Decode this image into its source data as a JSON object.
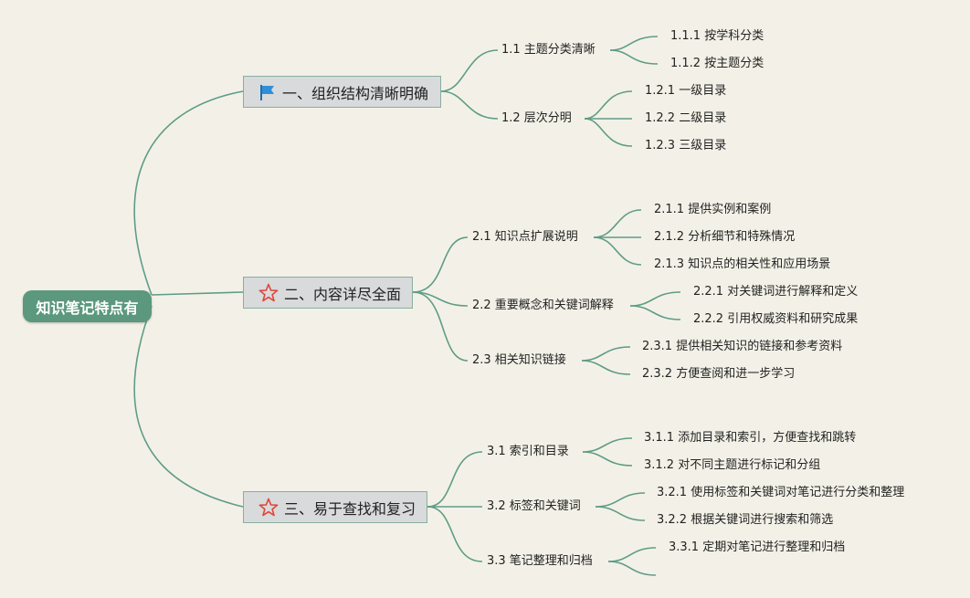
{
  "root": {
    "label": "知识笔记特点有"
  },
  "branches": [
    {
      "label": "一、组织结构清晰明确",
      "icon": "flag-icon",
      "subs": [
        {
          "label": "1.1 主题分类清晰",
          "leaves": [
            "1.1.1 按学科分类",
            "1.1.2 按主题分类"
          ]
        },
        {
          "label": "1.2 层次分明",
          "leaves": [
            "1.2.1 一级目录",
            "1.2.2 二级目录",
            "1.2.3 三级目录"
          ]
        }
      ]
    },
    {
      "label": "二、内容详尽全面",
      "icon": "star-icon",
      "subs": [
        {
          "label": "2.1 知识点扩展说明",
          "leaves": [
            "2.1.1 提供实例和案例",
            "2.1.2 分析细节和特殊情况",
            "2.1.3 知识点的相关性和应用场景"
          ]
        },
        {
          "label": "2.2 重要概念和关键词解释",
          "leaves": [
            "2.2.1 对关键词进行解释和定义",
            "2.2.2 引用权威资料和研究成果"
          ]
        },
        {
          "label": "2.3 相关知识链接",
          "leaves": [
            "2.3.1 提供相关知识的链接和参考资料",
            "2.3.2 方便查阅和进一步学习"
          ]
        }
      ]
    },
    {
      "label": "三、易于查找和复习",
      "icon": "star-icon",
      "subs": [
        {
          "label": "3.1 索引和目录",
          "leaves": [
            "3.1.1 添加目录和索引，方便查找和跳转",
            "3.1.2 对不同主题进行标记和分组"
          ]
        },
        {
          "label": "3.2 标签和关键词",
          "leaves": [
            "3.2.1 使用标签和关键词对笔记进行分类和整理",
            "3.2.2 根据关键词进行搜索和筛选"
          ]
        },
        {
          "label": "3.3 笔记整理和归档",
          "leaves": [
            "3.3.1 定期对笔记进行整理和归档",
            ""
          ]
        }
      ]
    }
  ],
  "colors": {
    "background": "#f3f1e7",
    "root_fill": "#5b987e",
    "link": "#5f9c87",
    "branch_fill": "#d8dadb",
    "flag": "#2f8fd9",
    "star": "#e0453a"
  }
}
